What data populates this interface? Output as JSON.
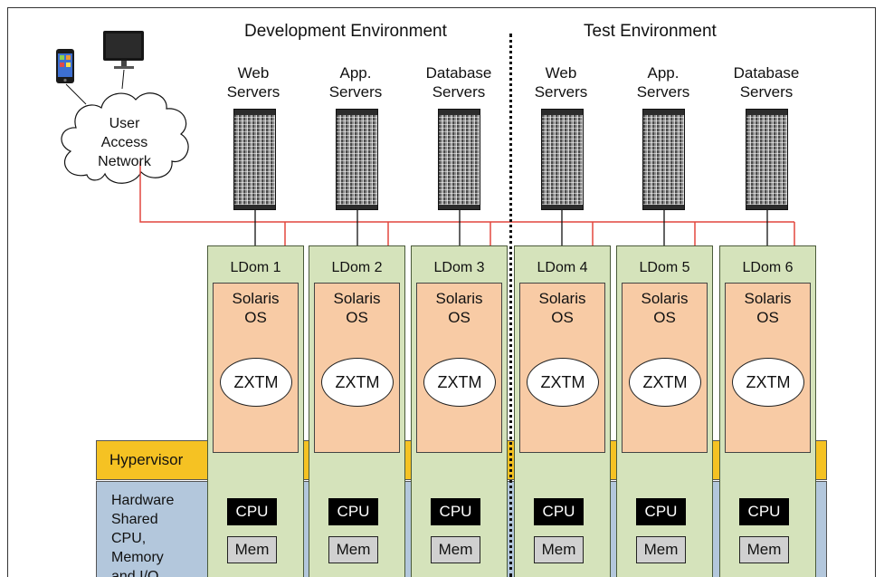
{
  "environments": [
    {
      "title": "Development Environment"
    },
    {
      "title": "Test Environment"
    }
  ],
  "server_groups": [
    {
      "label": "Web\nServers"
    },
    {
      "label": "App.\nServers"
    },
    {
      "label": "Database\nServers"
    },
    {
      "label": "Web\nServers"
    },
    {
      "label": "App.\nServers"
    },
    {
      "label": "Database\nServers"
    }
  ],
  "network": {
    "label": "User\nAccess\nNetwork"
  },
  "devices": {
    "phone_icon": "mobile-phone-icon",
    "monitor_icon": "desktop-monitor-icon"
  },
  "layers": {
    "hypervisor": "Hypervisor",
    "hardware": "Hardware\nShared\nCPU,\nMemory\nand I/O"
  },
  "ldoms": [
    {
      "name": "LDom 1",
      "os": "Solaris\nOS",
      "app": "ZXTM",
      "cpu": "CPU",
      "mem": "Mem"
    },
    {
      "name": "LDom 2",
      "os": "Solaris\nOS",
      "app": "ZXTM",
      "cpu": "CPU",
      "mem": "Mem"
    },
    {
      "name": "LDom 3",
      "os": "Solaris\nOS",
      "app": "ZXTM",
      "cpu": "CPU",
      "mem": "Mem"
    },
    {
      "name": "LDom 4",
      "os": "Solaris\nOS",
      "app": "ZXTM",
      "cpu": "CPU",
      "mem": "Mem"
    },
    {
      "name": "LDom 5",
      "os": "Solaris\nOS",
      "app": "ZXTM",
      "cpu": "CPU",
      "mem": "Mem"
    },
    {
      "name": "LDom 6",
      "os": "Solaris\nOS",
      "app": "ZXTM",
      "cpu": "CPU",
      "mem": "Mem"
    }
  ],
  "colors": {
    "ldom_fill": "#d5e3bb",
    "os_fill": "#f8cba5",
    "hypervisor_fill": "#f5c223",
    "hardware_fill": "#b3c7dc",
    "network_line": "#e2473e"
  }
}
